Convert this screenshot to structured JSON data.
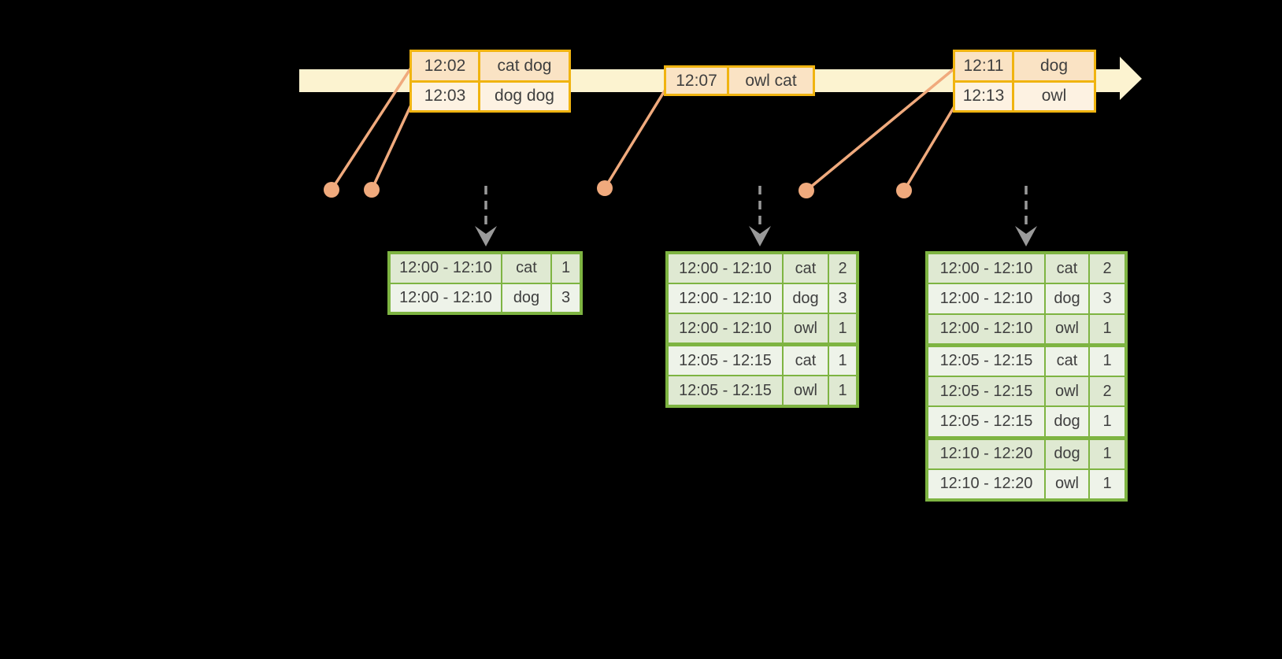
{
  "colors": {
    "background": "#000000",
    "timeline_fill": "#fcf3d0",
    "event_border": "#f0b410",
    "event_row_dark": "#fae3c4",
    "event_row_light": "#fdf2e2",
    "marker": "#f0aa7d",
    "gray_arrow": "#9a9a9a",
    "result_border": "#7eb442",
    "result_row_dark": "#dfe9d2",
    "result_row_light": "#eef3e9",
    "text": "#3f3f3f"
  },
  "timeline": {
    "event_tables": [
      {
        "rows": [
          {
            "time": "12:02",
            "words": "cat dog"
          },
          {
            "time": "12:03",
            "words": "dog dog"
          }
        ]
      },
      {
        "rows": [
          {
            "time": "12:07",
            "words": "owl cat"
          }
        ]
      },
      {
        "rows": [
          {
            "time": "12:11",
            "words": "dog"
          },
          {
            "time": "12:13",
            "words": "owl"
          }
        ]
      }
    ]
  },
  "result_tables": [
    {
      "rows": [
        {
          "window": "12:00 - 12:10",
          "word": "cat",
          "count": "1"
        },
        {
          "window": "12:00 - 12:10",
          "word": "dog",
          "count": "3"
        }
      ]
    },
    {
      "rows": [
        {
          "window": "12:00 - 12:10",
          "word": "cat",
          "count": "2"
        },
        {
          "window": "12:00 - 12:10",
          "word": "dog",
          "count": "3"
        },
        {
          "window": "12:00 - 12:10",
          "word": "owl",
          "count": "1"
        },
        {
          "window": "12:05 - 12:15",
          "word": "cat",
          "count": "1"
        },
        {
          "window": "12:05 - 12:15",
          "word": "owl",
          "count": "1"
        }
      ]
    },
    {
      "rows": [
        {
          "window": "12:00 - 12:10",
          "word": "cat",
          "count": "2"
        },
        {
          "window": "12:00 - 12:10",
          "word": "dog",
          "count": "3"
        },
        {
          "window": "12:00 - 12:10",
          "word": "owl",
          "count": "1"
        },
        {
          "window": "12:05 - 12:15",
          "word": "cat",
          "count": "1"
        },
        {
          "window": "12:05 - 12:15",
          "word": "owl",
          "count": "2"
        },
        {
          "window": "12:05 - 12:15",
          "word": "dog",
          "count": "1"
        },
        {
          "window": "12:10 - 12:20",
          "word": "dog",
          "count": "1"
        },
        {
          "window": "12:10 - 12:20",
          "word": "owl",
          "count": "1"
        }
      ]
    }
  ]
}
